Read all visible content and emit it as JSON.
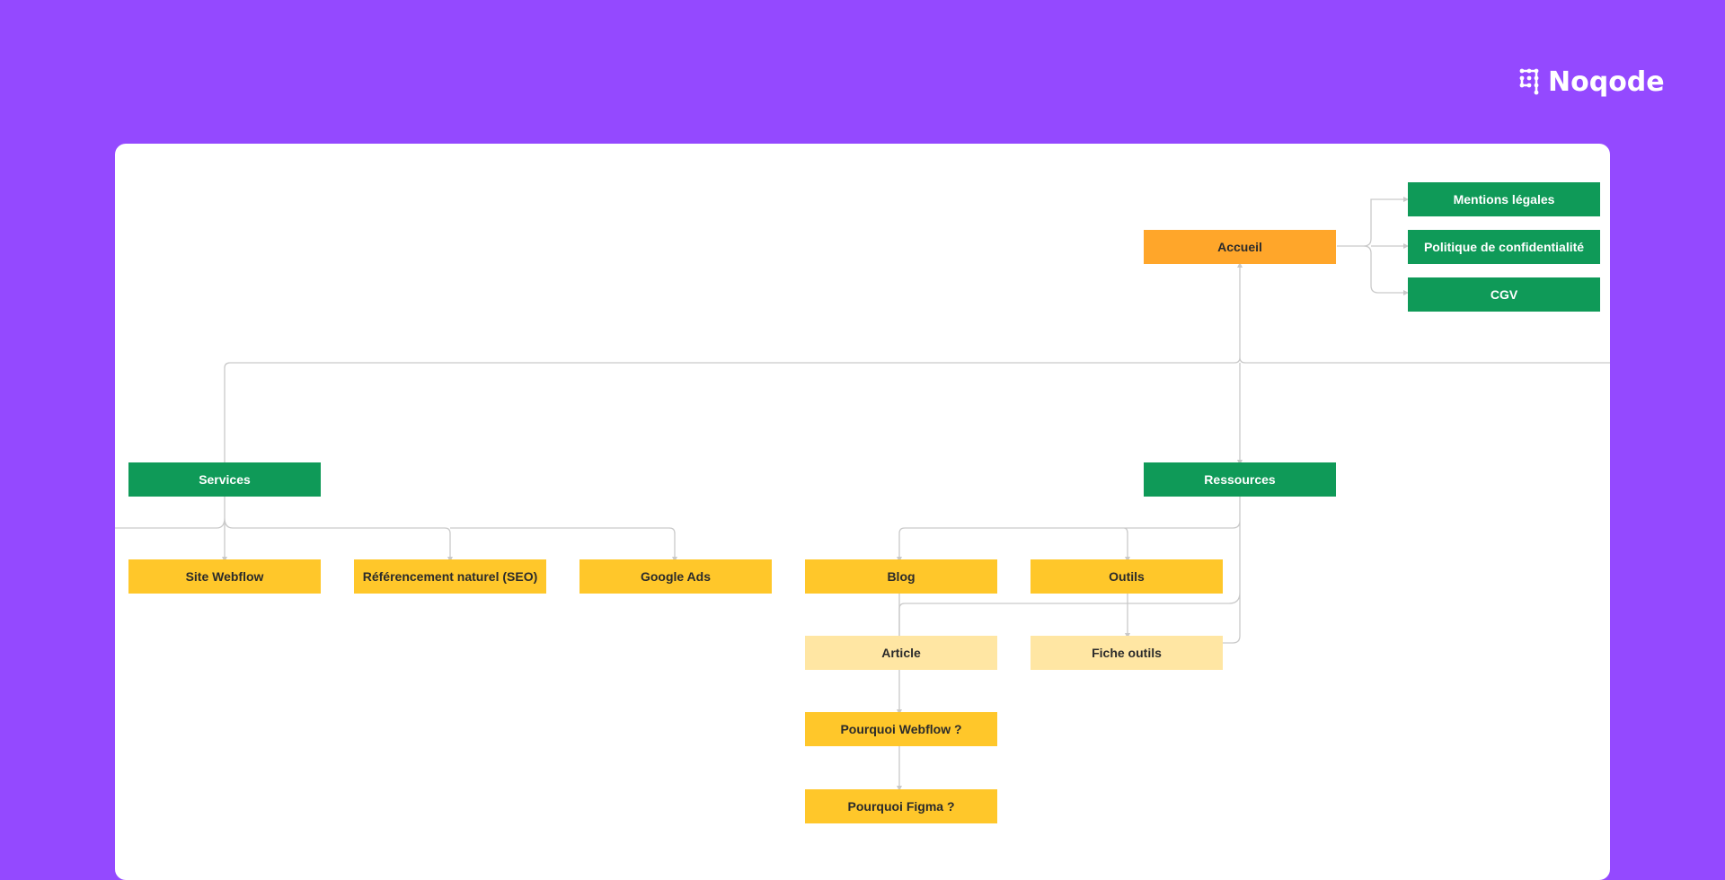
{
  "brand": {
    "name": "Noqode",
    "icon": "noqode-logo-icon",
    "background_color": "#9449ff"
  },
  "colors": {
    "green": "#0f9a58",
    "orange": "#ffa62a",
    "yellow": "#ffc72a",
    "pale_yellow": "#ffe6a3",
    "connector": "#c9c9c9"
  },
  "diagram": {
    "nodes": {
      "accueil": "Accueil",
      "mentions": "Mentions légales",
      "politique": "Politique de confidentialité",
      "cgv": "CGV",
      "services": "Services",
      "ressources": "Ressources",
      "site_webflow": "Site Webflow",
      "seo": "Référencement naturel (SEO)",
      "google_ads": "Google Ads",
      "blog": "Blog",
      "outils": "Outils",
      "article": "Article",
      "fiche_outils": "Fiche outils",
      "pourquoi_webflow": "Pourquoi Webflow ?",
      "pourquoi_figma": "Pourquoi Figma ?"
    }
  }
}
